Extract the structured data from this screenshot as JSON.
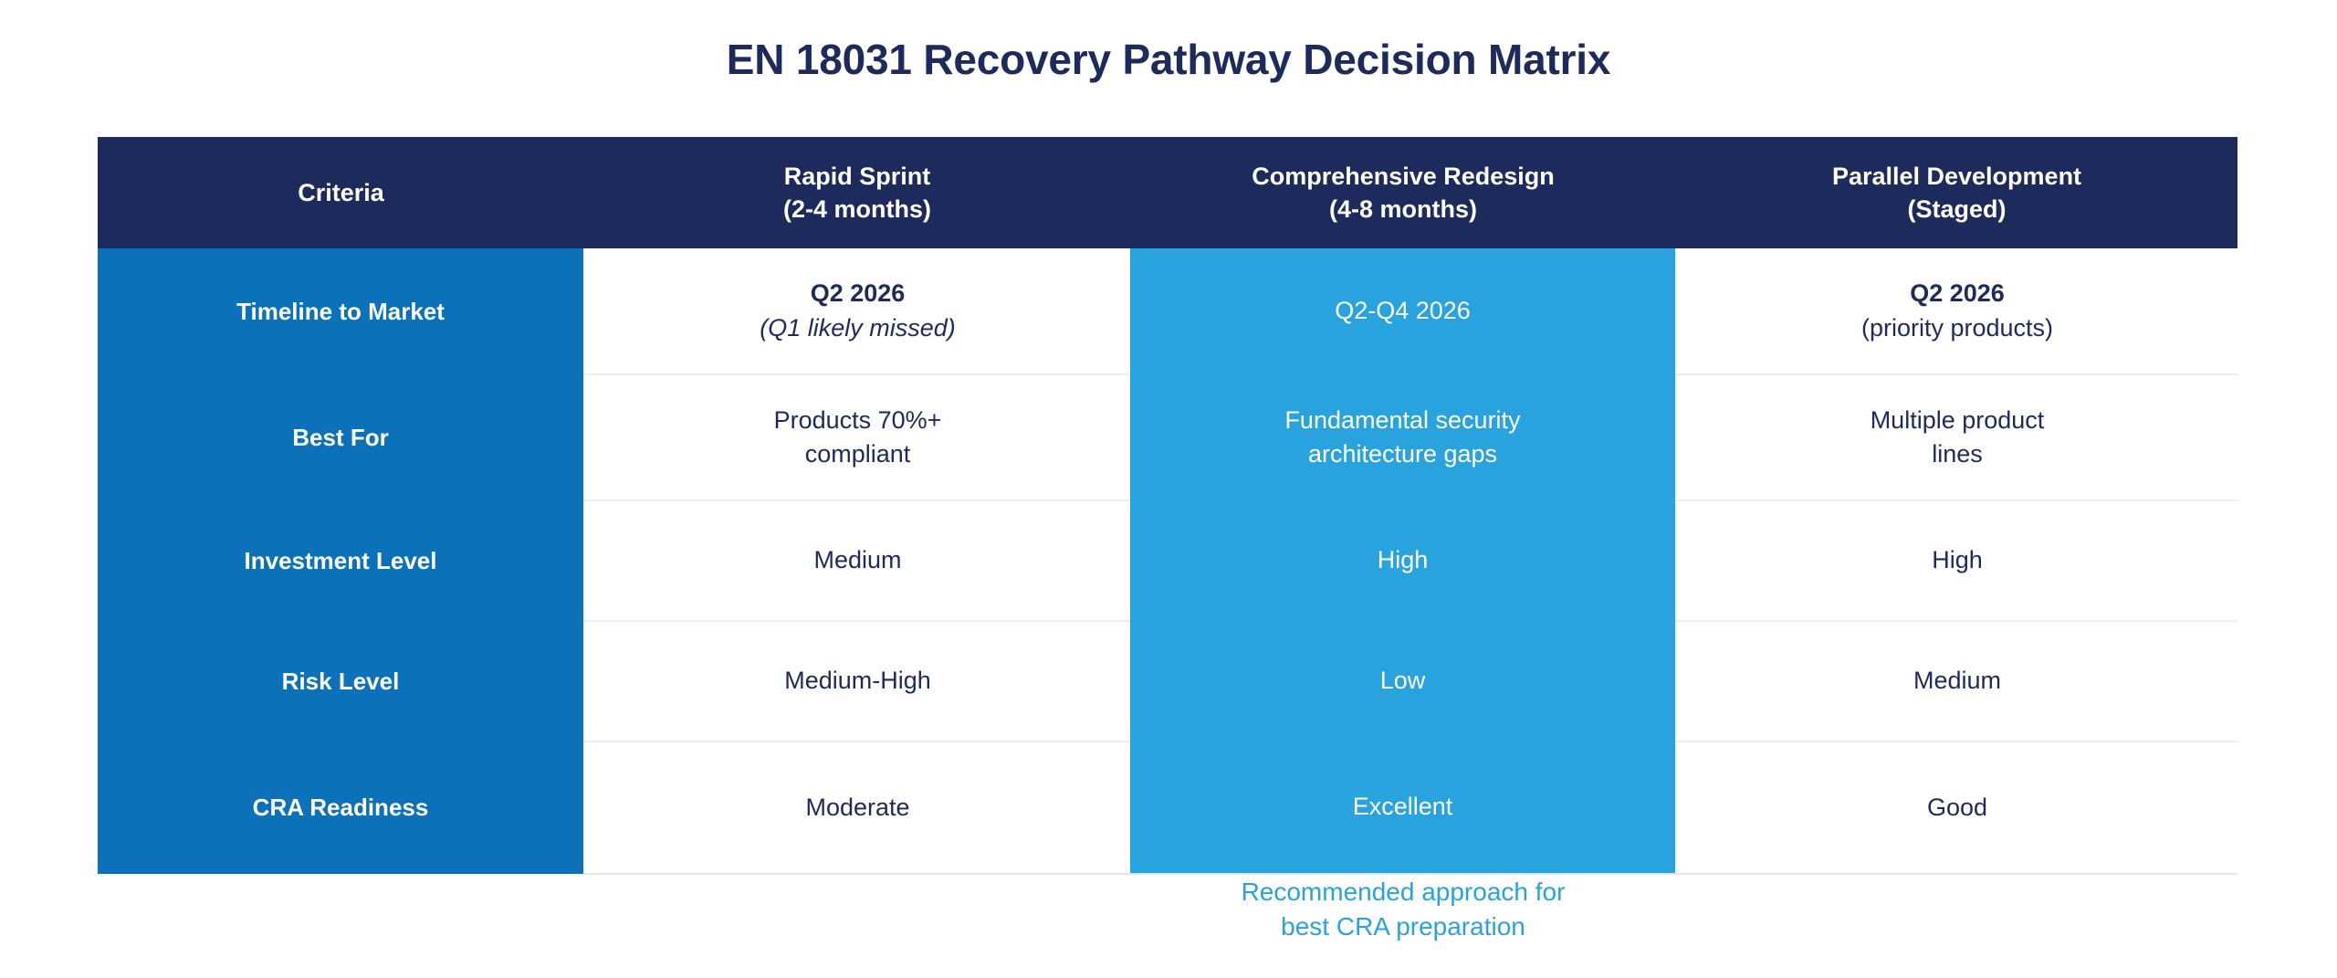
{
  "title": "EN 18031 Recovery Pathway Decision Matrix",
  "colors": {
    "header_navy": "#1d2a5c",
    "criteria_blue": "#0b71b9",
    "highlight_blue": "#29a3dd",
    "body_text": "#1d2a5c",
    "page_background": "#ffffff"
  },
  "table": {
    "headers": [
      {
        "line1": "Criteria",
        "line2": ""
      },
      {
        "line1": "Rapid Sprint",
        "line2": "(2-4 months)"
      },
      {
        "line1": "Comprehensive Redesign",
        "line2": "(4-8 months)"
      },
      {
        "line1": "Parallel Development",
        "line2": "(Staged)"
      }
    ],
    "highlight_column_index": 2,
    "rows": [
      {
        "criteria": "Timeline to Market",
        "cells": [
          {
            "main": "Q2 2026",
            "sub": "(Q1 likely missed)",
            "sub_italic": true
          },
          {
            "main": "Q2-Q4 2026",
            "sub": "",
            "sub_italic": false
          },
          {
            "main": "Q2 2026",
            "sub": "(priority products)",
            "sub_italic": false
          }
        ]
      },
      {
        "criteria": "Best For",
        "cells": [
          {
            "line1": "Products 70%+",
            "line2": "compliant"
          },
          {
            "line1": "Fundamental security",
            "line2": "architecture gaps"
          },
          {
            "line1": "Multiple product",
            "line2": "lines"
          }
        ]
      },
      {
        "criteria": "Investment Level",
        "cells": [
          {
            "line1": "Medium",
            "line2": ""
          },
          {
            "line1": "High",
            "line2": ""
          },
          {
            "line1": "High",
            "line2": ""
          }
        ]
      },
      {
        "criteria": "Risk Level",
        "cells": [
          {
            "line1": "Medium-High",
            "line2": ""
          },
          {
            "line1": "Low",
            "line2": ""
          },
          {
            "line1": "Medium",
            "line2": ""
          }
        ]
      },
      {
        "criteria": "CRA Readiness",
        "cells": [
          {
            "line1": "Moderate",
            "line2": ""
          },
          {
            "line1": "Excellent",
            "line2": ""
          },
          {
            "line1": "Good",
            "line2": ""
          }
        ]
      }
    ]
  },
  "recommendation_note": {
    "line1": "Recommended approach for",
    "line2": "best CRA preparation"
  }
}
